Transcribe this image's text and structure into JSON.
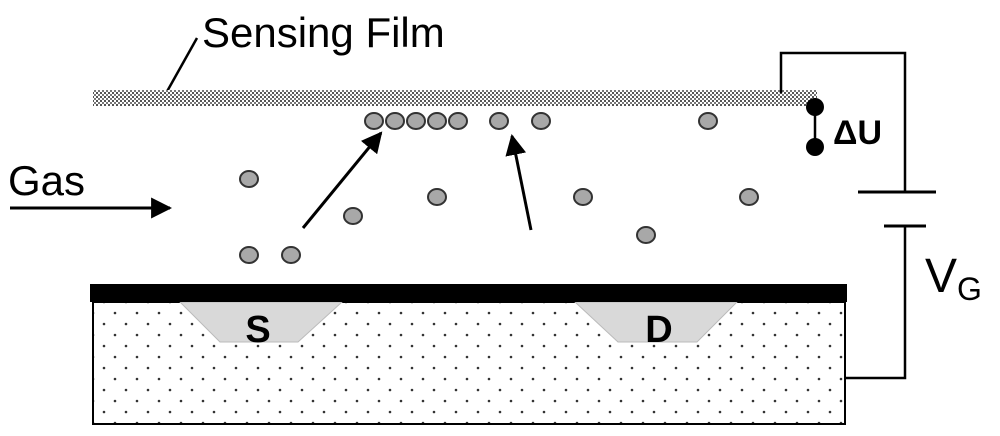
{
  "labels": {
    "sensing_film": "Sensing Film",
    "gas": "Gas",
    "delta_u": "ΔU",
    "vg_main": "V",
    "vg_sub": "G",
    "source": "S",
    "drain": "D"
  },
  "colors": {
    "ink": "#000000",
    "molecule_fill": "#a8a8a8",
    "electrode_fill": "#d9d9d9",
    "film_fill": "#bdbdbd",
    "substrate_dot": "#333333"
  }
}
